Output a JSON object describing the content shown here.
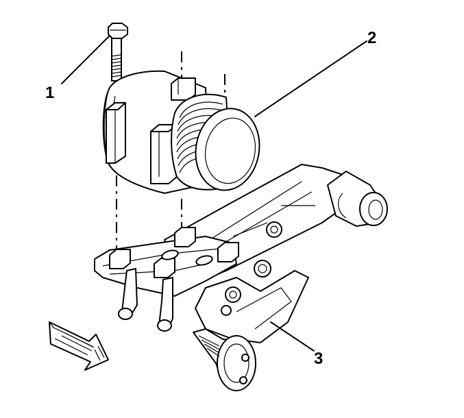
{
  "callouts": [
    {
      "id": "bolt",
      "number": "1"
    },
    {
      "id": "compressor",
      "number": "2"
    },
    {
      "id": "bracket",
      "number": "3"
    }
  ],
  "colors": {
    "line": "#000000",
    "background": "#ffffff"
  },
  "icons": {
    "direction": "front-arrow-icon"
  }
}
